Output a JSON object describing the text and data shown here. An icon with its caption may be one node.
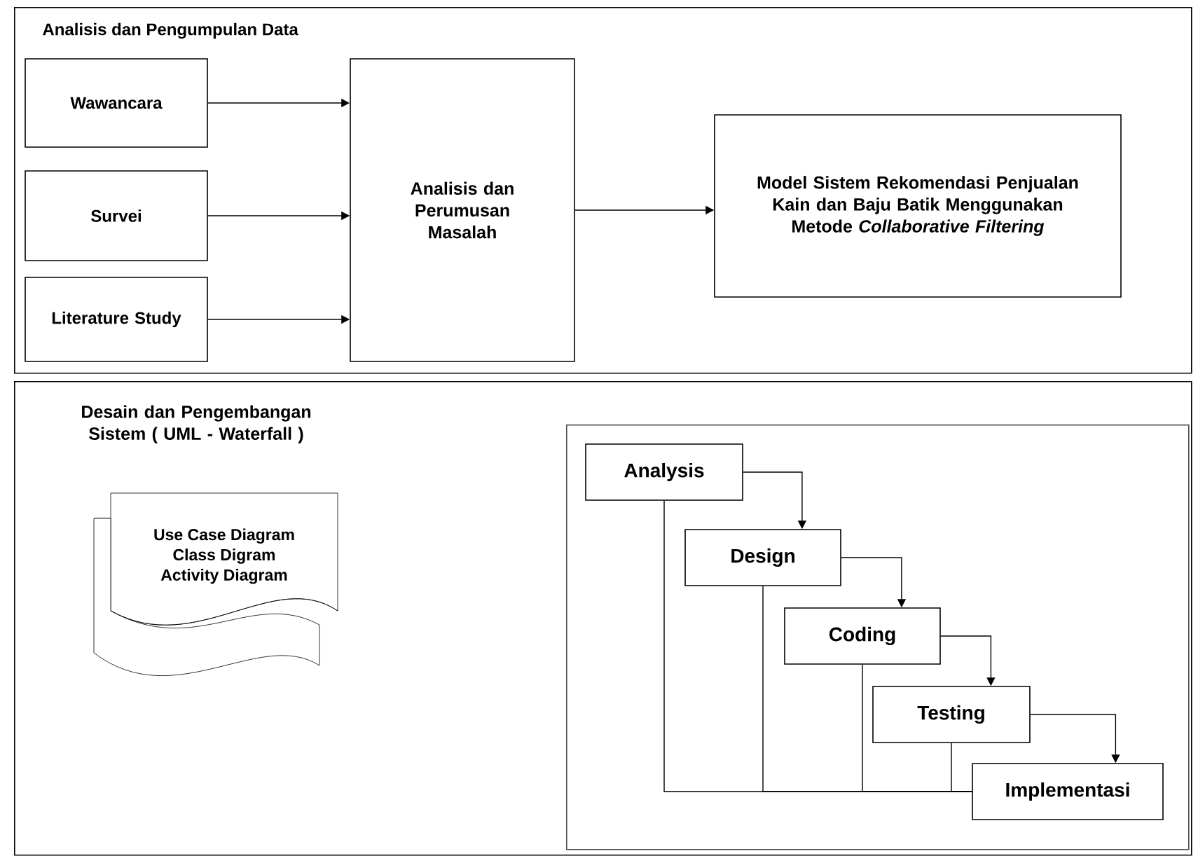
{
  "diagram": {
    "nodes": [
      {
        "text": [
          "Analisis dan Pengumpulan Data"
        ]
      },
      {
        "text": [
          "Wawancara"
        ],
        "in": 0
      },
      {
        "text": [
          "Survei"
        ],
        "in": 0
      },
      {
        "text": [
          "Literature Study"
        ],
        "in": 0
      },
      {
        "text": [
          "Analisis dan Perumusan Masalah"
        ],
        "in": 0
      },
      {
        "text": [
          "Model Sistem Rekomendasi Penjualan Kain dan Baju Batik Menggunakan Metode *Collaborative Filtering*"
        ],
        "in": 0
      },
      {
        "text": [
          "Desain dan Pengembangan Sistem ( UML - Waterfall )"
        ]
      },
      {
        "text": [
          "Use Case Diagram",
          "Class Digram",
          "Activity Diagram"
        ],
        "in": 6
      },
      {
        "text": [],
        "shape": "box",
        "in": 6
      },
      {
        "text": [
          "Analysis"
        ],
        "in": 8
      },
      {
        "text": [
          "Design"
        ],
        "in": 8
      },
      {
        "text": [
          "Coding"
        ],
        "in": 8
      },
      {
        "text": [
          "Testing"
        ],
        "in": 8
      },
      {
        "text": [
          "Implementasi"
        ],
        "in": 8
      }
    ],
    "edges": [
      {
        "from": 1,
        "to": 4,
        "arrow": "to"
      },
      {
        "from": 2,
        "to": 4,
        "arrow": "to"
      },
      {
        "from": 3,
        "to": 4,
        "arrow": "to"
      },
      {
        "from": 4,
        "to": 5,
        "arrow": "to"
      },
      {
        "from": 9,
        "to": 10,
        "arrow": "to"
      },
      {
        "from": 10,
        "to": 11,
        "arrow": "to"
      },
      {
        "from": 11,
        "to": 12,
        "arrow": "to"
      },
      {
        "from": 12,
        "to": 13,
        "arrow": "to"
      },
      {
        "from": 9,
        "to": 13,
        "arrow": "none"
      },
      {
        "from": 10,
        "to": 13,
        "arrow": "none"
      },
      {
        "from": 11,
        "to": 13,
        "arrow": "none"
      },
      {
        "from": 12,
        "to": 13,
        "arrow": "none"
      }
    ]
  }
}
